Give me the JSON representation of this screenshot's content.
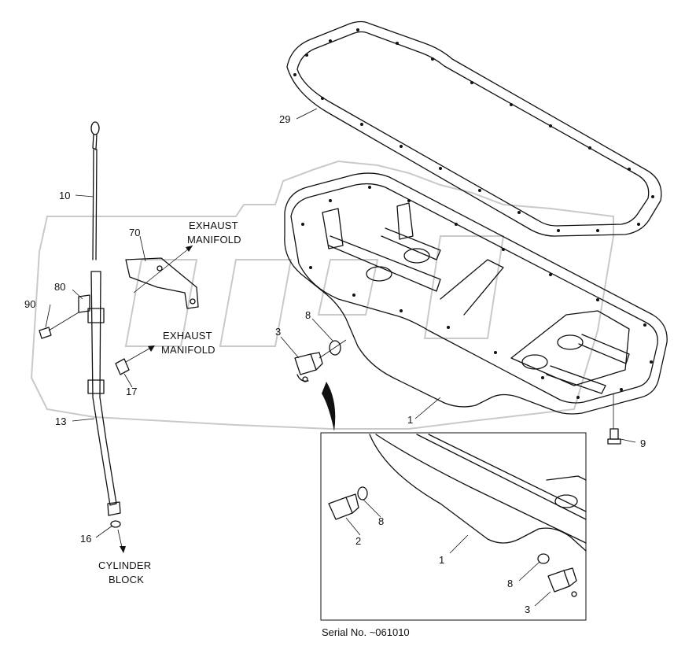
{
  "callouts": {
    "p29": "29",
    "p10": "10",
    "p70": "70",
    "p80": "80",
    "p90": "90",
    "p3_main": "3",
    "p8_main": "8",
    "p17": "17",
    "p13": "13",
    "p16": "16",
    "p1_main": "1",
    "p9": "9",
    "p8_inset_a": "8",
    "p2_inset": "2",
    "p1_inset": "1",
    "p8_inset_b": "8",
    "p3_inset": "3"
  },
  "destinations": {
    "exhaust_manifold_1_line1": "EXHAUST",
    "exhaust_manifold_1_line2": "MANIFOLD",
    "exhaust_manifold_2_line1": "EXHAUST",
    "exhaust_manifold_2_line2": "MANIFOLD",
    "cylinder_block_line1": "CYLINDER",
    "cylinder_block_line2": "BLOCK"
  },
  "inset": {
    "serial_note": "Serial No. ~061010"
  },
  "watermark_colors": {
    "stroke": "#c9c9c9"
  }
}
